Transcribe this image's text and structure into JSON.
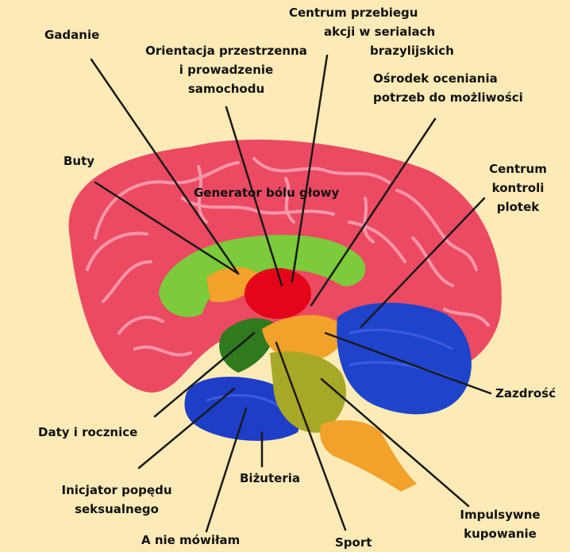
{
  "colors": {
    "background": "#FCEBB6",
    "cortex": "#EC4A63",
    "cortex_fold": "#F9A5B5",
    "limbic": "#7BCB3A",
    "thalamus": "#E3061A",
    "caudate": "#F2A22A",
    "cerebellum": "#1F44CC",
    "brainstem": "#A8A828",
    "dark_green": "#2F7A1E",
    "temporal": "#1E3EC8",
    "line": "#1A1A1A"
  },
  "labels": {
    "gadanie": "Gadanie",
    "orientacja": [
      "Orientacja przestrzenna",
      "i prowadzenie",
      "samochodu"
    ],
    "centrum_przebiegu": [
      "Centrum przebiegu",
      "akcji w serialach",
      "brazylijskich"
    ],
    "osrodek": [
      "Ośrodek oceniania",
      "potrzeb do możliwości"
    ],
    "buty": "Buty",
    "generator": "Generator bólu głowy",
    "plotki": [
      "Centrum",
      "kontroli",
      "plotek"
    ],
    "zazdrosc": "Zazdrość",
    "daty": "Daty i rocznice",
    "inicjator": [
      "Inicjator popędu",
      "seksualnego"
    ],
    "bizuteria": "Biżuteria",
    "a_nie_mowilam": "A nie mówiłam",
    "sport": "Sport",
    "impulsywne": [
      "Impulsywne",
      "kupowanie"
    ]
  }
}
